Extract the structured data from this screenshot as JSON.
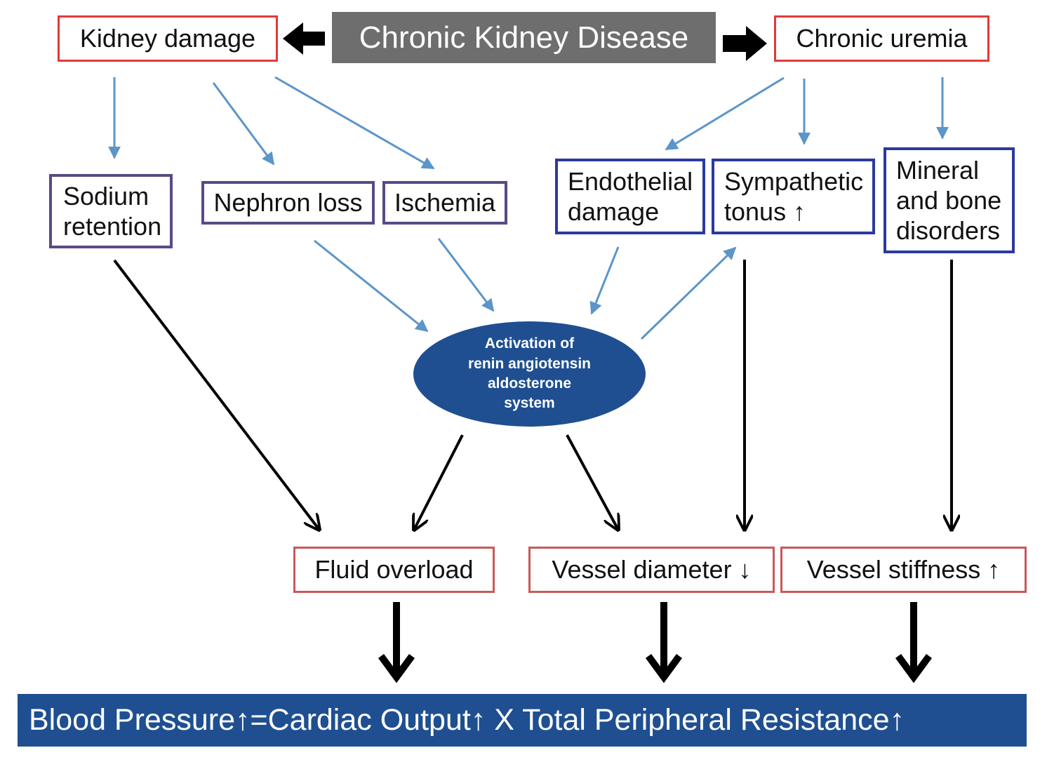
{
  "diagram": {
    "title": "Chronic Kidney Disease",
    "kidney_damage": "Kidney damage",
    "chronic_uremia": "Chronic uremia",
    "sodium_retention": "Sodium retention",
    "nephron_loss": "Nephron loss",
    "ischemia": "Ischemia",
    "endothelial_damage": "Endothelial damage",
    "sympathetic_tonus": "Sympathetic tonus ↑",
    "mineral_bone": "Mineral and bone disorders",
    "raas": [
      "Activation of",
      "renin angiotensin",
      "aldosterone",
      "system"
    ],
    "fluid_overload": "Fluid overload",
    "vessel_diameter": "Vessel diameter ↓",
    "vessel_stiffness": "Vessel stiffness ↑",
    "blood_pressure": "Blood Pressure↑=Cardiac Output↑ X Total Peripheral Resistance↑"
  },
  "colors": {
    "title_bg": "#6e6e6e",
    "red_border": "#e03a3a",
    "purple_border": "#5a4a86",
    "blue_border": "#2b3a9e",
    "raas_fill": "#1f4f91",
    "banner_fill": "#1f4f91",
    "light_arrow": "#5b95c9",
    "dark_arrow": "#000000"
  }
}
